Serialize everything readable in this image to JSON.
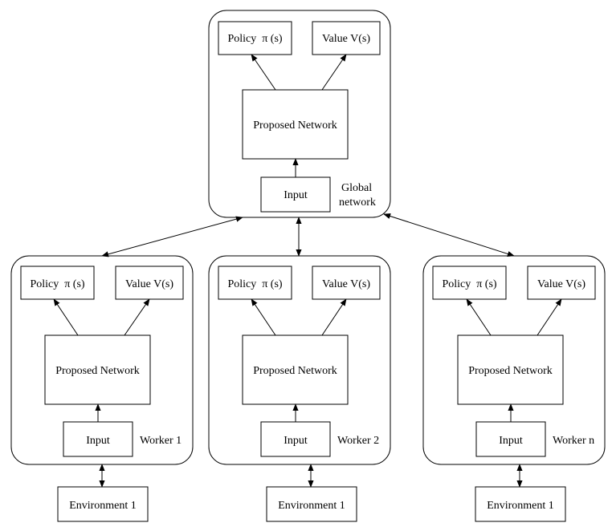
{
  "global": {
    "policy": "Policy  π (s)",
    "value": "Value V(s)",
    "network": "Proposed Network",
    "input": "Input",
    "label_line1": "Global",
    "label_line2": "network"
  },
  "workers": [
    {
      "policy": "Policy  π (s)",
      "value": "Value V(s)",
      "network": "Proposed Network",
      "input": "Input",
      "label": "Worker 1",
      "environment": "Environment 1"
    },
    {
      "policy": "Policy  π (s)",
      "value": "Value V(s)",
      "network": "Proposed Network",
      "input": "Input",
      "label": "Worker 2",
      "environment": "Environment 1"
    },
    {
      "policy": "Policy  π (s)",
      "value": "Value V(s)",
      "network": "Proposed Network",
      "input": "Input",
      "label": "Worker n",
      "environment": "Environment 1"
    }
  ]
}
